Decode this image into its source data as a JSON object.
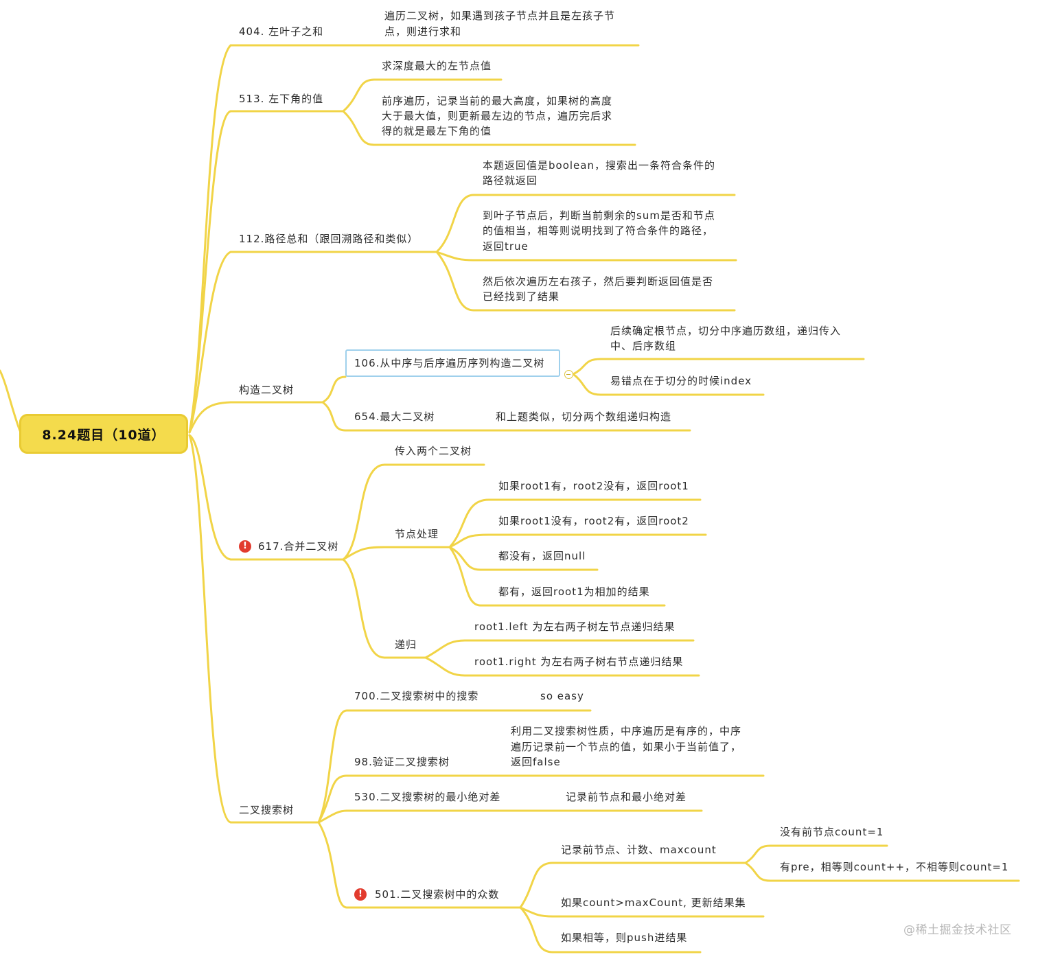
{
  "root": {
    "label": "8.24题目（10道）"
  },
  "topics": {
    "t404": {
      "title": "404. 左叶子之和",
      "notes": [
        "遍历二叉树，如果遇到孩子节点并且是左孩子节",
        "点，则进行求和"
      ]
    },
    "t513": {
      "title": "513. 左下角的值",
      "n1": "求深度最大的左节点值",
      "n2": [
        "前序遍历，记录当前的最大高度，如果树的高度",
        "大于最大值，则更新最左边的节点，遍历完后求",
        "得的就是最左下角的值"
      ]
    },
    "t112": {
      "title": "112.路径总和（跟回溯路径和类似）",
      "n1": [
        "本题返回值是boolean，搜索出一条符合条件的",
        "路径就返回"
      ],
      "n2": [
        "到叶子节点后，判断当前剩余的sum是否和节点",
        "的值相当，相等则说明找到了符合条件的路径，",
        "返回true"
      ],
      "n3": [
        "然后依次遍历左右孩子，然后要判断返回值是否",
        "已经找到了结果"
      ]
    },
    "build": {
      "title": "构造二叉树",
      "t106": {
        "title": "106.从中序与后序遍历序列构造二叉树",
        "n1": [
          "后续确定根节点，切分中序遍历数组，递归传入",
          "中、后序数组"
        ],
        "n2": "易错点在于切分的时候index"
      },
      "t654": {
        "title": "654.最大二叉树",
        "note": "和上题类似，切分两个数组递归构造"
      }
    },
    "t617": {
      "title": "617.合并二叉树",
      "input": "传入两个二叉树",
      "node": {
        "title": "节点处理",
        "items": [
          "如果root1有，root2没有，返回root1",
          "如果root1没有，root2有，返回root2",
          "都没有，返回null",
          "都有，返回root1为相加的结果"
        ]
      },
      "rec": {
        "title": "递归",
        "items": [
          "root1.left 为左右两子树左节点递归结果",
          "root1.right 为左右两子树右节点递归结果"
        ]
      }
    },
    "bst": {
      "title": "二叉搜索树",
      "t700": {
        "title": "700.二叉搜索树中的搜索",
        "note": "so easy"
      },
      "t98": {
        "title": "98.验证二叉搜索树",
        "note": [
          "利用二叉搜索树性质，中序遍历是有序的，中序",
          "遍历记录前一个节点的值，如果小于当前值了，",
          "返回false"
        ]
      },
      "t530": {
        "title": "530.二叉搜索树的最小绝对差",
        "note": "记录前节点和最小绝对差"
      },
      "t501": {
        "title": "501.二叉搜索树中的众数",
        "rec": {
          "title": "记录前节点、计数、maxcount",
          "items": [
            "没有前节点count=1",
            "有pre，相等则count++，不相等则count=1"
          ]
        },
        "n2": "如果count>maxCount, 更新结果集",
        "n3": "如果相等，则push进结果"
      }
    }
  },
  "watermark": "@稀土掘金技术社区",
  "colors": {
    "branch": "#f1d447",
    "root_fill": "#f4db4c",
    "warning": "#e23b2e",
    "selection": "#9fd0ec"
  }
}
